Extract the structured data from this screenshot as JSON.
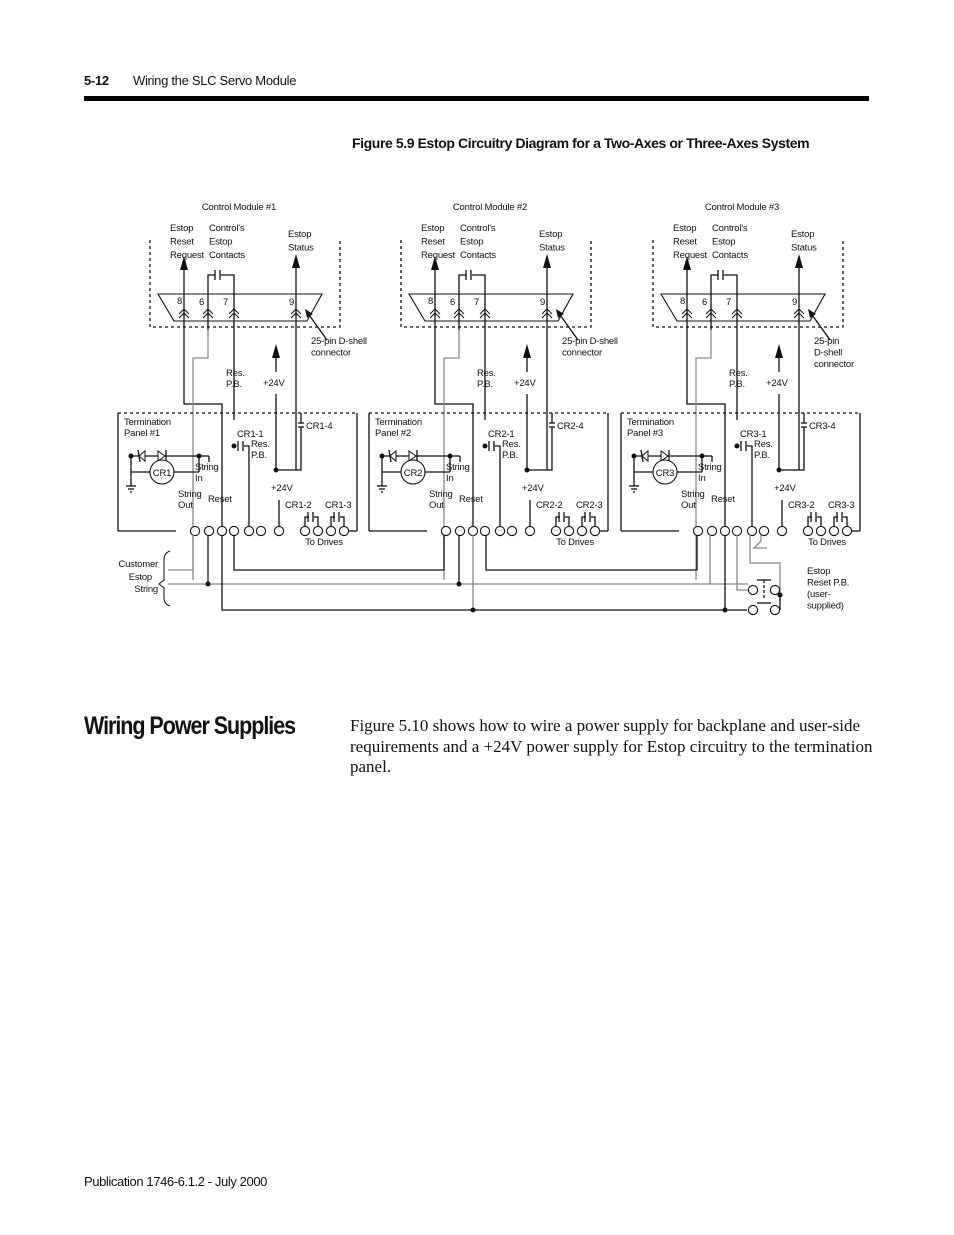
{
  "header": {
    "page_number": "5-12",
    "chapter_title": "Wiring the SLC Servo Module"
  },
  "figure": {
    "title": "Figure 5.9 Estop Circuitry Diagram for a Two-Axes or Three-Axes System",
    "modules": [
      {
        "control_module": "Control Module  #1",
        "reset_request": [
          "Estop",
          "Reset",
          "Request"
        ],
        "contacts": [
          "Control's",
          "Estop",
          "Contacts"
        ],
        "status": [
          "Estop",
          "Status"
        ],
        "pins": [
          "8",
          "6",
          "7",
          "9"
        ],
        "connector": [
          "25-pin D-shell",
          "connector"
        ],
        "res_pb": [
          "Res.",
          "P.B."
        ],
        "plus24v_top": "+24V",
        "termination_panel": [
          "Termination",
          "Panel #1"
        ],
        "relay": "CR1",
        "contact_1": "CR1-1",
        "contact_1_res": [
          "Res.",
          "P.B."
        ],
        "contact_4": "CR1-4",
        "string_in": [
          "String",
          "In"
        ],
        "string_out": [
          "String",
          "Out"
        ],
        "reset": "Reset",
        "plus24v_bottom": "+24V",
        "contact_2": "CR1-2",
        "contact_3": "CR1-3",
        "to_drives": "To Drives"
      },
      {
        "control_module": "Control Module  #2",
        "reset_request": [
          "Estop",
          "Reset",
          "Request"
        ],
        "contacts": [
          "Control's",
          "Estop",
          "Contacts"
        ],
        "status": [
          "Estop",
          "Status"
        ],
        "pins": [
          "8",
          "6",
          "7",
          "9"
        ],
        "connector": [
          "25-pin D-shell",
          "connector"
        ],
        "res_pb": [
          "Res.",
          "P.B."
        ],
        "plus24v_top": "+24V",
        "termination_panel": [
          "Termination",
          "Panel #2"
        ],
        "relay": "CR2",
        "contact_1": "CR2-1",
        "contact_1_res": [
          "Res.",
          "P.B."
        ],
        "contact_4": "CR2-4",
        "string_in": [
          "String",
          "In"
        ],
        "string_out": [
          "String",
          "Out"
        ],
        "reset": "Reset",
        "plus24v_bottom": "+24V",
        "contact_2": "CR2-2",
        "contact_3": "CR2-3",
        "to_drives": "To Drives"
      },
      {
        "control_module": "Control Module  #3",
        "reset_request": [
          "Estop",
          "Reset",
          "Request"
        ],
        "contacts": [
          "Control's",
          "Estop",
          "Contacts"
        ],
        "status": [
          "Estop",
          "Status"
        ],
        "pins": [
          "8",
          "6",
          "7",
          "9"
        ],
        "connector": [
          "25-pin",
          "D-shell",
          "connector"
        ],
        "res_pb": [
          "Res.",
          "P.B."
        ],
        "plus24v_top": "+24V",
        "termination_panel": [
          "Termination",
          "Panel #3"
        ],
        "relay": "CR3",
        "contact_1": "CR3-1",
        "contact_1_res": [
          "Res.",
          "P.B."
        ],
        "contact_4": "CR3-4",
        "string_in": [
          "String",
          "In"
        ],
        "string_out": [
          "String",
          "Out"
        ],
        "reset": "Reset",
        "plus24v_bottom": "+24V",
        "contact_2": "CR3-2",
        "contact_3": "CR3-3",
        "to_drives": "To Drives"
      }
    ],
    "customer_estop_string": [
      "Customer",
      "Estop",
      "String"
    ],
    "estop_reset_pb": [
      "Estop",
      "Reset P.B.",
      "(user-",
      "supplied)"
    ]
  },
  "section": {
    "heading": "Wiring Power Supplies",
    "body": "Figure 5.10 shows how to wire a power supply for backplane and user-side requirements and a +24V power supply for Estop circuitry to the termination panel."
  },
  "footer": {
    "publication": "Publication 1746-6.1.2 - July 2000"
  }
}
